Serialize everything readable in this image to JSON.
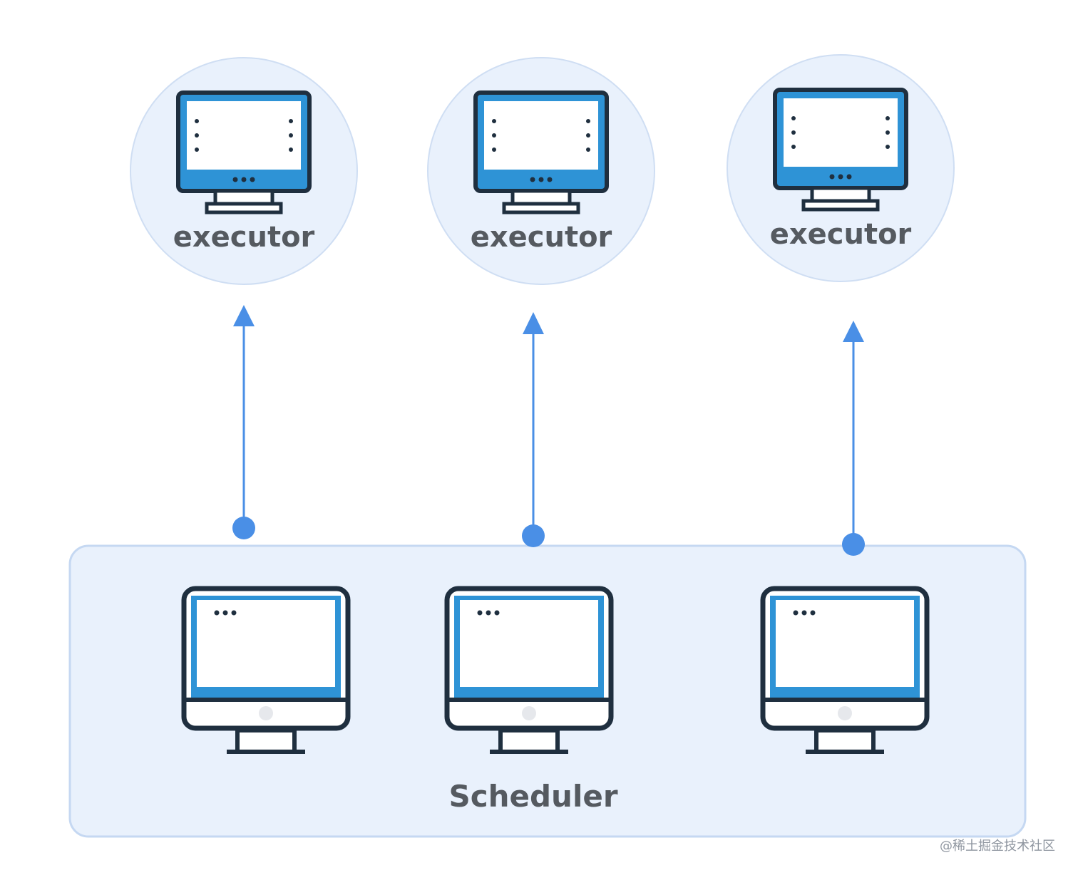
{
  "diagram": {
    "executors": [
      {
        "label": "executor"
      },
      {
        "label": "executor"
      },
      {
        "label": "executor"
      }
    ],
    "scheduler": {
      "label": "Scheduler",
      "machine_count": 3
    },
    "connections": [
      {
        "from": "scheduler",
        "to": "executor-1",
        "direction": "up"
      },
      {
        "from": "scheduler",
        "to": "executor-2",
        "direction": "up"
      },
      {
        "from": "scheduler",
        "to": "executor-3",
        "direction": "up"
      }
    ]
  },
  "watermark": "@稀土掘金技术社区",
  "colors": {
    "accent": "#2e93d6",
    "outline": "#1f2f3f",
    "connector": "#4a8fe6",
    "circle_fill": "#e9f1fc",
    "circle_border": "#cfdef3",
    "panel_fill": "#e9f1fc",
    "panel_border": "#c5d8f2",
    "label": "#555a60"
  },
  "icons": {
    "executor_machine": "monitor-icon",
    "scheduler_machine": "desktop-computer-icon"
  }
}
